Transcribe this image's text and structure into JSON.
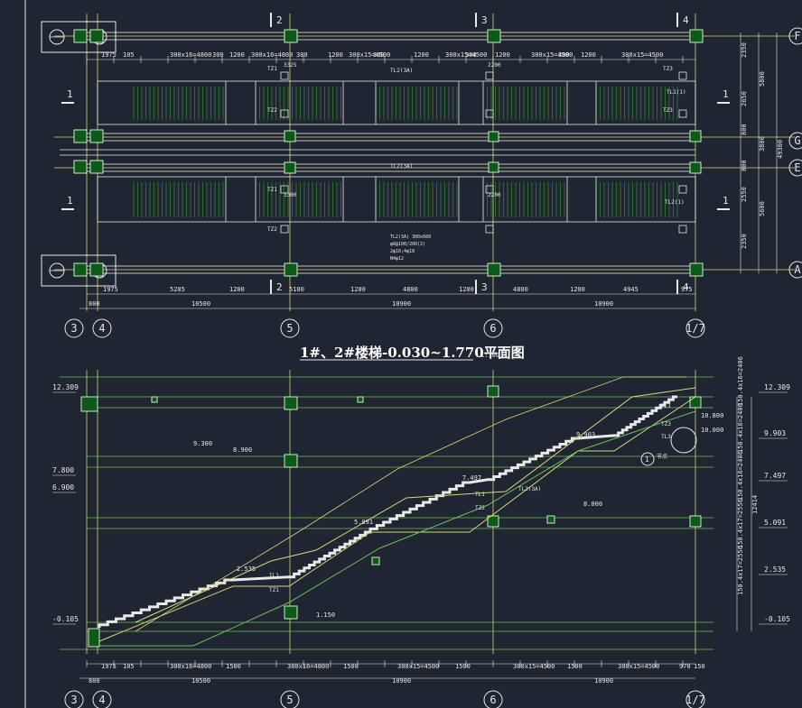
{
  "plan": {
    "title": "1#、2#楼梯-0.030~1.770平面图",
    "scale": "1:100",
    "top_segments": [
      "1975",
      "105",
      "300x16=4800",
      "300",
      "1200",
      "300x16=4800",
      "300",
      "1200",
      "300x15=4500",
      "300",
      "1200",
      "300x15=4500",
      "300",
      "1200",
      "300x15=4500",
      "300",
      "1200",
      "300x15=4500"
    ],
    "bottom_segments": [
      "1975",
      "5205",
      "1200",
      "5100",
      "1200",
      "4800",
      "1200",
      "4800",
      "1200",
      "4945",
      "975"
    ],
    "overall_segments": [
      "800",
      "10500",
      "10900",
      "10900"
    ],
    "axes_bottom": [
      "3",
      "4",
      "5",
      "6",
      "1/7"
    ],
    "axes_right": [
      "F",
      "G",
      "E",
      "A"
    ],
    "section_marks": [
      "2",
      "3",
      "4",
      "2",
      "3",
      "4"
    ],
    "cut_marks": [
      "1",
      "1",
      "1",
      "1"
    ],
    "right_dims": [
      "2350",
      "5800",
      "2650",
      "800",
      "3800",
      "49300",
      "800",
      "2550",
      "5600",
      "2350"
    ],
    "tags": [
      "TZ1",
      "TZ2",
      "TZ1",
      "TZ2",
      "TZ3",
      "TZ3",
      "TL2(3A)",
      "TL2(3A)",
      "TL1(1)",
      "TL2(1)",
      "3325",
      "2200",
      "3300",
      "2200"
    ],
    "notes": [
      "TL2(3A) 300x600",
      "φ8@100/200(2)",
      "2φ16;4φ18",
      "N4φ12"
    ]
  },
  "section": {
    "elevations_left": [
      "12.309",
      "7.800",
      "6.900",
      "-0.105"
    ],
    "elevations_right": [
      "12.309",
      "9.903",
      "7.497",
      "5.091",
      "2.535",
      "-0.105"
    ],
    "elevations_mid": [
      "9.300",
      "8.900",
      "9.903",
      "7.497",
      "5.091",
      "2.535",
      "1.150",
      "8.000",
      "10.800",
      "10.000"
    ],
    "bottom_segments": [
      "1975",
      "105",
      "300x16=4800",
      "1500",
      "300x16=4800",
      "1500",
      "300x15=4500",
      "1500",
      "300x15=4500",
      "1500",
      "300x15=4500",
      "970",
      "150"
    ],
    "overall_segments": [
      "800",
      "10500",
      "10900",
      "10900"
    ],
    "axes_bottom": [
      "3",
      "4",
      "5",
      "6",
      "1/7"
    ],
    "right_dims": [
      "150.4x16=2406",
      "150.4x16=2406",
      "150.4x16=2406",
      "150.4x17=2556",
      "150.4x17=2556",
      "12414"
    ],
    "tags": [
      "TL1",
      "TZ1",
      "TL1",
      "TZ2",
      "TL1",
      "TZ3",
      "TL2(3A)",
      "TL3"
    ],
    "detail_mark": "1",
    "detail_label": "节点"
  },
  "colors": {
    "background": "#1f2531",
    "line_white": "#e8e8e8",
    "line_yellow": "#d8d87a",
    "line_green": "#6fbf5a",
    "column_fill": "#0d5a18"
  }
}
